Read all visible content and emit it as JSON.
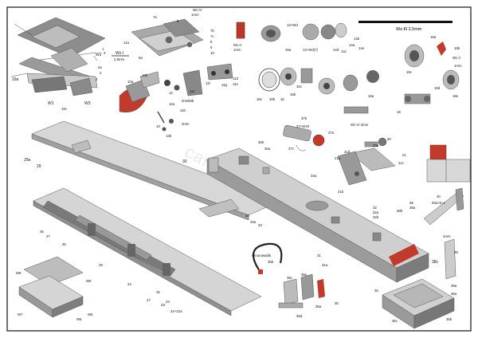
{
  "sheet": {
    "scale_header": "Wz.III  2,5mm",
    "watermark": "cardboard",
    "border_color": "#111111"
  },
  "notes": {
    "wz1": "Wz.I",
    "wz1_size": "2,5mm",
    "wz4": "Wz.IV",
    "wz4_size": "1mm",
    "wz2": "Wz.II",
    "wz2_size": "1mm",
    "wz5": "Wz.V",
    "wz5_size": "1mm",
    "wz6": "Wz.VI 2mm",
    "d2a": "2mm",
    "d2b": "2mm",
    "d1": "1mm",
    "cable": "sznurowadło"
  },
  "labels": {
    "w1": "W1",
    "w2": "W2",
    "w3": "W3",
    "p1": "1",
    "p2": "2",
    "p2a": "2a",
    "p3": "3",
    "p4": "4",
    "p19a": "19a",
    "p19c": "19c",
    "p11a": "11a",
    "p6a": "6a",
    "p5": "5",
    "p7a": "7a",
    "p7b": "7b",
    "p7c": "7c",
    "p8": "8",
    "p9": "9",
    "p10": "10",
    "p10a": "10a",
    "p10b": "10b",
    "p11b": "11b",
    "p11c": "11c",
    "p12": "12",
    "p12a": "12a",
    "p12b": "12b",
    "p13": "13",
    "p11d": "11d",
    "p11e": "11e",
    "p11f": "11f",
    "p11g": "11g",
    "p15a": "15a",
    "p15b": "15b",
    "p15c": "15c",
    "p16": "16",
    "p16a": "16a",
    "p16b": "16b",
    "p16c": "16c",
    "p13x": "13+Wd",
    "p14a": "14a",
    "p14b": "14b",
    "p14c": "14c",
    "p14d": "14d",
    "p14e": "14e",
    "p13w": "13+Wd(?)",
    "p18a": "18a",
    "p18b": "18b",
    "p18c": "18c",
    "p18d": "18d",
    "p18e": "18e",
    "p19": "19",
    "p19b": "19b",
    "p37a": "37a",
    "p37b": "37b",
    "p37c": "37c",
    "p37w": "37+W10",
    "p20": "20",
    "p20a": "20a",
    "p21": "21",
    "p21a": "21a",
    "p21b": "21b",
    "p21c": "21c",
    "p21d": "21d",
    "p22": "22",
    "p23": "23",
    "p24": "24",
    "p25": "25",
    "p26": "26",
    "p27": "27",
    "p28": "28",
    "p29": "29",
    "p29a": "29a",
    "p30": "30",
    "p30a": "30a",
    "p30b": "30b",
    "p31": "31",
    "p31a": "31a",
    "p32": "32",
    "p32a": "32a",
    "p32b": "32b",
    "p33": "33",
    "p33a": "33a",
    "p34": "34",
    "p34a": "34a",
    "p35": "35",
    "p35a": "35a",
    "p35b": "35b",
    "p35c": "35c",
    "p36": "36",
    "p36a": "36a",
    "p36b": "36b",
    "p36c": "36c",
    "p36d": "36d",
    "p36e": "36e",
    "p38": "38",
    "p38a": "38a",
    "p38b": "38b",
    "p38c": "38c",
    "p39": "39",
    "p39a": "39a",
    "p40": "40",
    "p40a": "40a+b+c",
    "p2223": "22+22a",
    "pz3": "Z3",
    "w6": "W6",
    "w7": "W7",
    "w8": "W8",
    "w5": "W5",
    "w9": "W9",
    "p1mm": "1mm"
  }
}
